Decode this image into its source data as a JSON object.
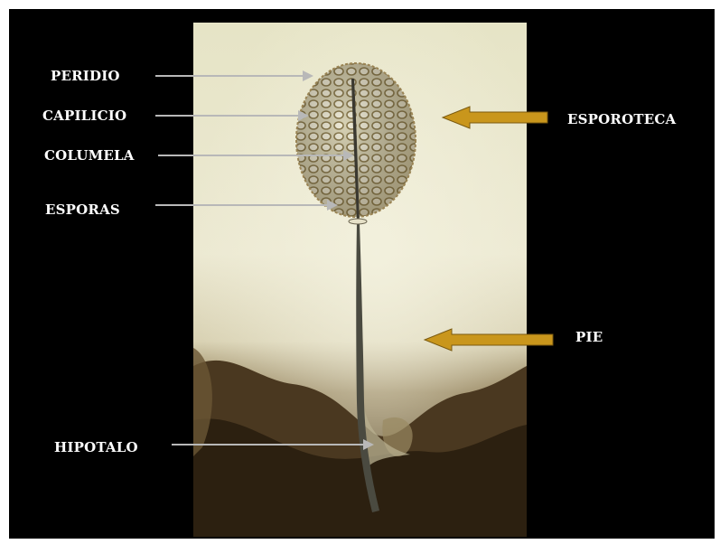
{
  "labels": {
    "peridio": "PERIDIO",
    "capilicio": "CAPILICIO",
    "columela": "COLUMELA",
    "esporas": "ESPORAS",
    "hipotalo": "HIPOTALO",
    "esporoteca": "ESPOROTECA",
    "pie": "PIE"
  },
  "colors": {
    "background": "#000000",
    "label_text": "#ffffff",
    "leader_line": "#b8b8b8",
    "arrow_fill": "#c9961c"
  }
}
